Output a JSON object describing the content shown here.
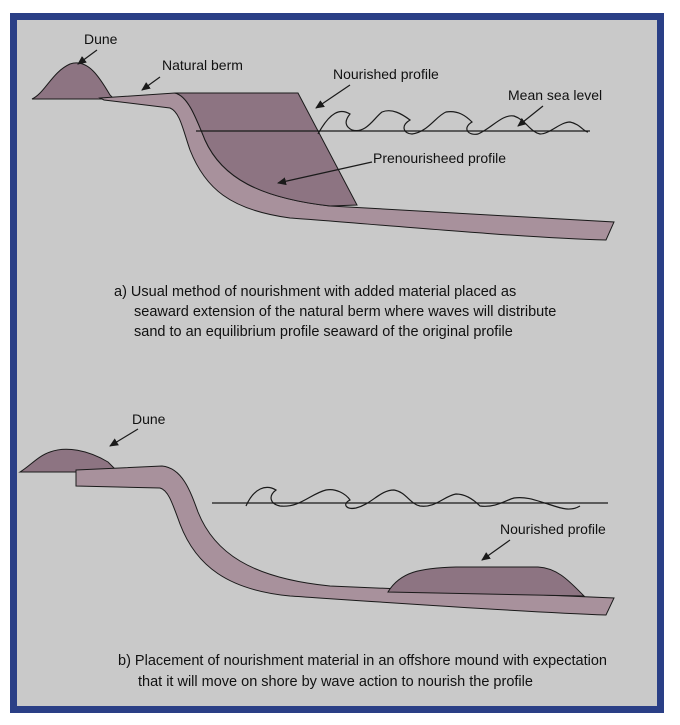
{
  "panel_a": {
    "labels": {
      "dune": "Dune",
      "natural_berm": "Natural berm",
      "nourished_profile": "Nourished profile",
      "mean_sea_level": "Mean sea level",
      "prenourished_profile": "Prenourisheed  profile"
    },
    "caption": [
      "a) Usual method of nourishment with added material placed as",
      "seaward extension of the natural berm where waves will distribute",
      "sand to an equilibrium profile seaward of the original profile"
    ]
  },
  "panel_b": {
    "labels": {
      "dune": "Dune",
      "nourished_profile": "Nourished profile"
    },
    "caption": [
      "b) Placement of nourishment material in an offshore mound with expectation",
      "that it will move on shore by wave action to nourish the  profile"
    ]
  },
  "colors": {
    "frame": "#2a3f86",
    "background": "#c9c9c9",
    "sand": "#a8919c",
    "sand_dark": "#8d7482",
    "line": "#1a1a1a"
  }
}
